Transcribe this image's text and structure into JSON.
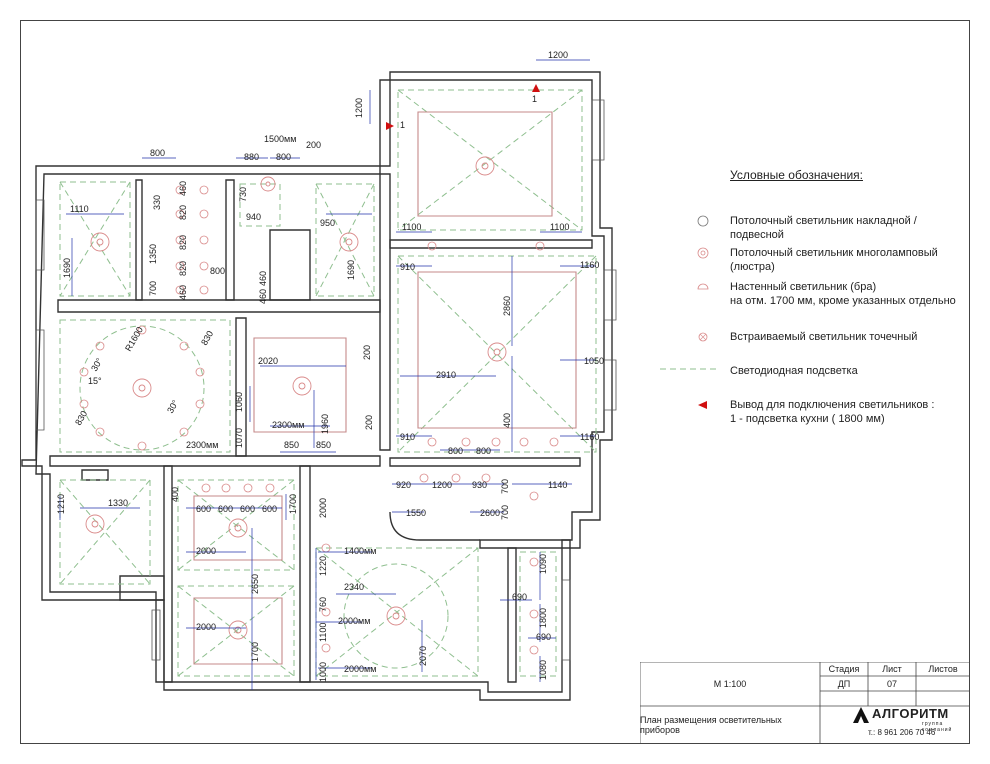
{
  "legend": {
    "title": "Условные обозначения:",
    "items": [
      {
        "text": "Потолочный светильник накладной /подвесной",
        "icon": "surface-ceiling-light-icon"
      },
      {
        "text": "Потолочный светильник многоламповый (люстра)",
        "icon": "chandelier-icon"
      },
      {
        "text": "Настенный светильник (бра)\nна отм. 1700 мм, кроме указанных отдельно",
        "icon": "wall-sconce-icon"
      },
      {
        "text": "Встраиваемый светильник точечный",
        "icon": "recessed-spotlight-icon"
      },
      {
        "text": "Светодиодная подсветка",
        "icon": "led-strip-icon"
      },
      {
        "text": "Вывод для подключения светильников :\n1 - подсветка кухни ( 1800 мм)",
        "icon": "connection-point-icon"
      }
    ]
  },
  "colors": {
    "line": "#333333",
    "led": "#8fbf8f",
    "fixture": "#d98a8a",
    "dim": "#2233aa",
    "marker": "#d01010"
  },
  "dims": {
    "d1200_top": "1200",
    "d1200_left": "1200",
    "d800_a": "800",
    "d880": "880",
    "d800_b": "800",
    "d200_a": "200",
    "d1500": "1500мм",
    "d1110": "1110",
    "d1690_a": "1690",
    "d330": "330",
    "d460_a": "460",
    "d820_a": "820",
    "d730": "730",
    "d940": "940",
    "d950": "950",
    "d1100_a": "1100",
    "d1100_b": "1100",
    "d1350": "1350",
    "d820_b": "820",
    "d820_c": "820",
    "d800_c": "800",
    "d460_b": "460",
    "d700_a": "700",
    "d460_c": "460",
    "d460_d": "460",
    "d1690_b": "1690",
    "d910_a": "910",
    "d1160_a": "1160",
    "d2860": "2860",
    "dR1600": "R1600",
    "d830_a": "830",
    "d30_a": "30°",
    "d15": "15°",
    "d830_b": "830",
    "d30_b": "30°",
    "d2020": "2020",
    "d200_b": "200",
    "d1050": "1050",
    "d2910": "2910",
    "d1060": "1060",
    "d2300_a": "2300мм",
    "d1960": "1960",
    "d1070": "1070",
    "d2300_b": "2300мм",
    "d850_a": "850",
    "d850_b": "850",
    "d200_c": "200",
    "d400_a": "400",
    "d910_b": "910",
    "d800_d": "800",
    "d800_e": "800",
    "d1160_b": "1160",
    "d920": "920",
    "d1200_c": "1200",
    "d930": "930",
    "d700_b": "700",
    "d1140": "1140",
    "d1210": "1210",
    "d1330": "1330",
    "d400_b": "400",
    "d600_a": "600",
    "d600_b": "600",
    "d600_c": "600",
    "d600_d": "600",
    "d1700_a": "1700",
    "d2000_a": "2000",
    "d1550": "1550",
    "d2600": "2600",
    "d700_c": "700",
    "d2000_b": "2000",
    "d1400": "1400мм",
    "d1090": "1090",
    "d1220": "1220",
    "d2340": "2340",
    "d690_a": "690",
    "d2650": "2650",
    "d760": "760",
    "d2000_c": "2000мм",
    "d1800": "1800",
    "d2000_d": "2000",
    "d1100_c": "1100",
    "d690_b": "690",
    "d1700_b": "1700",
    "d2070": "2070",
    "d1080": "1080",
    "d2000_e": "2000мм",
    "d1000": "1000",
    "mark1_a": "1",
    "mark1_b": "1"
  },
  "title_block": {
    "scale": "М 1:100",
    "stage_label": "Стадия",
    "sheet_label": "Лист",
    "sheets_label": "Листов",
    "stage": "ДП",
    "sheet": "07",
    "sheets": "",
    "drawing_title": "План размещения осветительных приборов",
    "company": "АЛГОРИТМ",
    "company_sub": "группа компаний",
    "phone": "т.: 8 961 206 70 46"
  }
}
